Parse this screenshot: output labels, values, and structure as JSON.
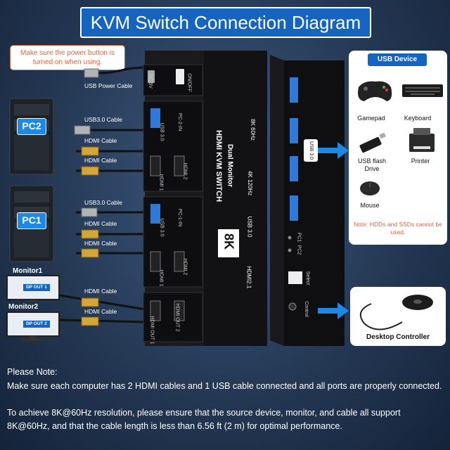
{
  "title": "KVM Switch Connection Diagram",
  "warning": "Make sure the power button is turned on when using.",
  "cables": {
    "usb_power": "USB Power Cable",
    "pc2_usb": "USB3.0 Cable",
    "pc2_hdmi1": "HDMI Cable",
    "pc2_hdmi2": "HDMI Cable",
    "pc1_usb": "USB3.0 Cable",
    "pc1_hdmi1": "HDMI Cable",
    "pc1_hdmi2": "HDMI Cable",
    "mon_hdmi1": "HDMI Cable",
    "mon_hdmi2": "HDMI Cable"
  },
  "pcs": {
    "pc2": "PC2",
    "pc1": "PC1"
  },
  "monitors": {
    "m1": {
      "label": "Monitor1",
      "port": "DP OUT 1"
    },
    "m2": {
      "label": "Monitor2",
      "port": "DP OUT 2"
    }
  },
  "device": {
    "brand_line1": "HDMI KVM SWITCH",
    "brand_line2": "Dual Monitor",
    "badge": "8K",
    "spec_8k": "8K 60Hz",
    "spec_4k": "4K 120Hz",
    "spec_usb": "USB 3.0",
    "spec_hdmi": "HDMI2.1",
    "dc": "DC 5V",
    "onoff": "ON/OFF",
    "pc2in": "PC-2-IN",
    "pc1in": "PC-1-IN",
    "usb30": "USB 3.0",
    "hdmi1": "HDMI 1",
    "hdmi2": "HDMI 2",
    "hdmiout1": "HDMI OUT 1",
    "hdmiout2": "HDMI OUT 2",
    "back_usb": "USB 3.0",
    "pc1led": "PC1",
    "pc2led": "PC2",
    "select": "Select",
    "control": "Control"
  },
  "usb_devices": {
    "header": "USB Device",
    "gamepad": "Gamepad",
    "keyboard": "Keyboard",
    "flash": "USB flash Drive",
    "printer": "Printer",
    "mouse": "Mouse",
    "hdd_note": "Note: HDDs and SSDs cannot be used."
  },
  "controller": "Desktop Controller",
  "notes": {
    "heading": "Please Note:",
    "line1": "Make sure each computer has 2 HDMI cables and 1 USB cable connected and all ports are properly connected.",
    "line2": "To achieve 8K@60Hz resolution, please ensure that the source device, monitor, and cable all support 8K@60Hz, and that the cable length is less than 6.56 ft (2 m) for optimal performance."
  }
}
